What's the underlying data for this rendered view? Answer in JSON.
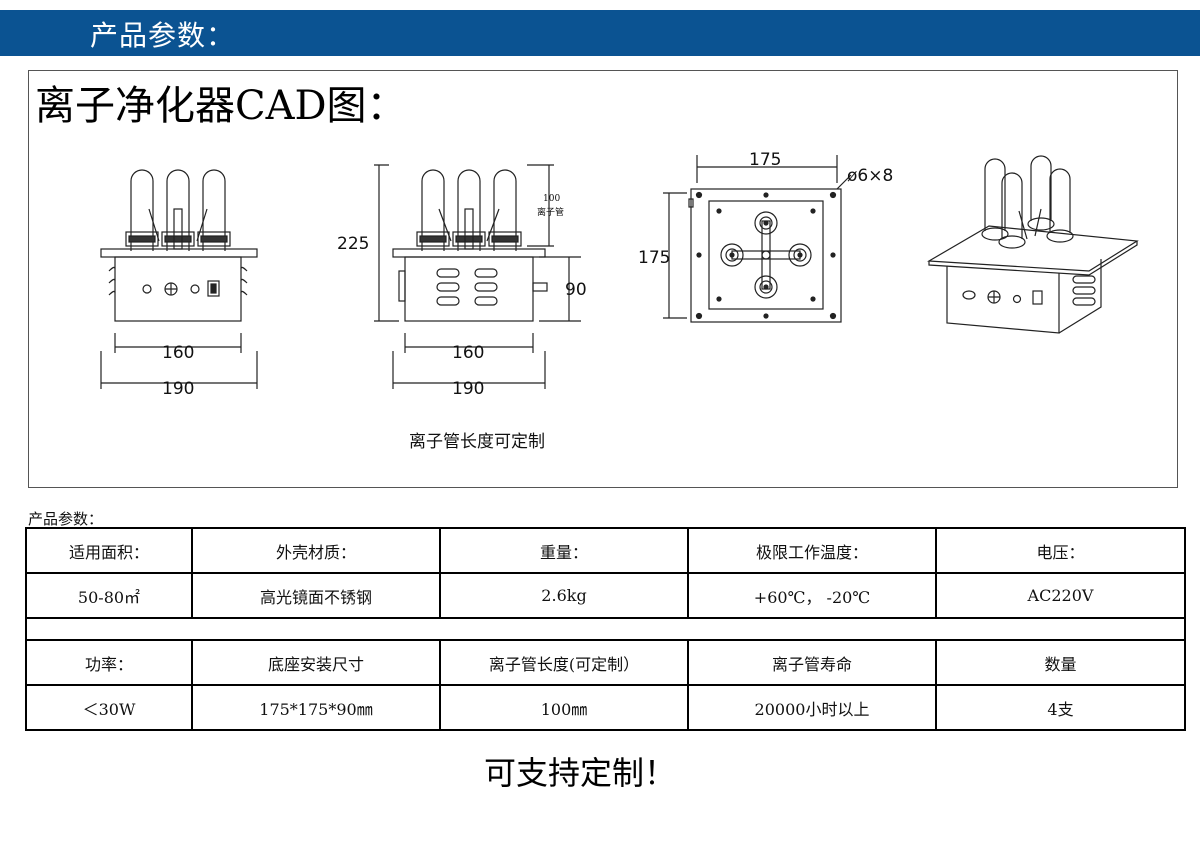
{
  "header": {
    "title": "产品参数："
  },
  "cad": {
    "title": "离子净化器CAD图：",
    "note": "离子管长度可定制",
    "dims": {
      "front_width_inner": "160",
      "front_width_outer": "190",
      "side_height_total": "225",
      "side_tube": "100",
      "side_tube_label": "离子管",
      "side_body": "90",
      "side_width_inner": "160",
      "side_width_outer": "190",
      "top_width": "175",
      "top_height": "175",
      "top_holes": "ø6×8"
    }
  },
  "params": {
    "label": "产品参数：",
    "row1_headers": [
      "适用面积：",
      "外壳材质：",
      "重量：",
      "极限工作温度：",
      "电压："
    ],
    "row1_values": [
      "50-80㎡",
      "高光镜面不锈钢",
      "2.6kg",
      "+60℃， -20℃",
      "AC220V"
    ],
    "row2_headers": [
      "功率：",
      "底座安装尺寸",
      "离子管长度(可定制）",
      "离子管寿命",
      "数量"
    ],
    "row2_values": [
      "＜30W",
      "175*175*90㎜",
      "100㎜",
      "20000小时以上",
      "4支"
    ]
  },
  "footer": {
    "note": "可支持定制！"
  }
}
